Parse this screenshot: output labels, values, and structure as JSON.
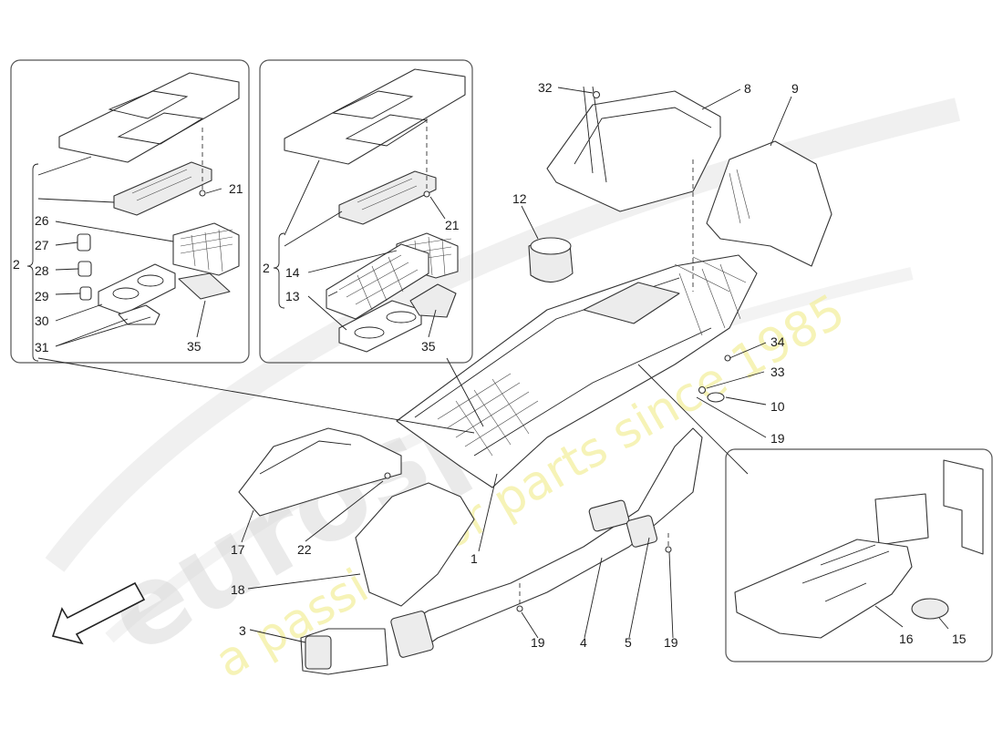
{
  "watermark": {
    "brand": "eurospares",
    "tagline": "a passion for parts since 1985"
  },
  "callouts": {
    "c1": "1",
    "c2a": "2",
    "c2b": "2",
    "c3": "3",
    "c4": "4",
    "c5": "5",
    "c8": "8",
    "c9": "9",
    "c10": "10",
    "c12": "12",
    "c13": "13",
    "c14": "14",
    "c15": "15",
    "c16": "16",
    "c17": "17",
    "c18": "18",
    "c19a": "19",
    "c19b": "19",
    "c19c": "19",
    "c21a": "21",
    "c21b": "21",
    "c22": "22",
    "c26": "26",
    "c27": "27",
    "c28": "28",
    "c29": "29",
    "c30": "30",
    "c31": "31",
    "c32": "32",
    "c33": "33",
    "c34": "34",
    "c35a": "35",
    "c35b": "35"
  }
}
